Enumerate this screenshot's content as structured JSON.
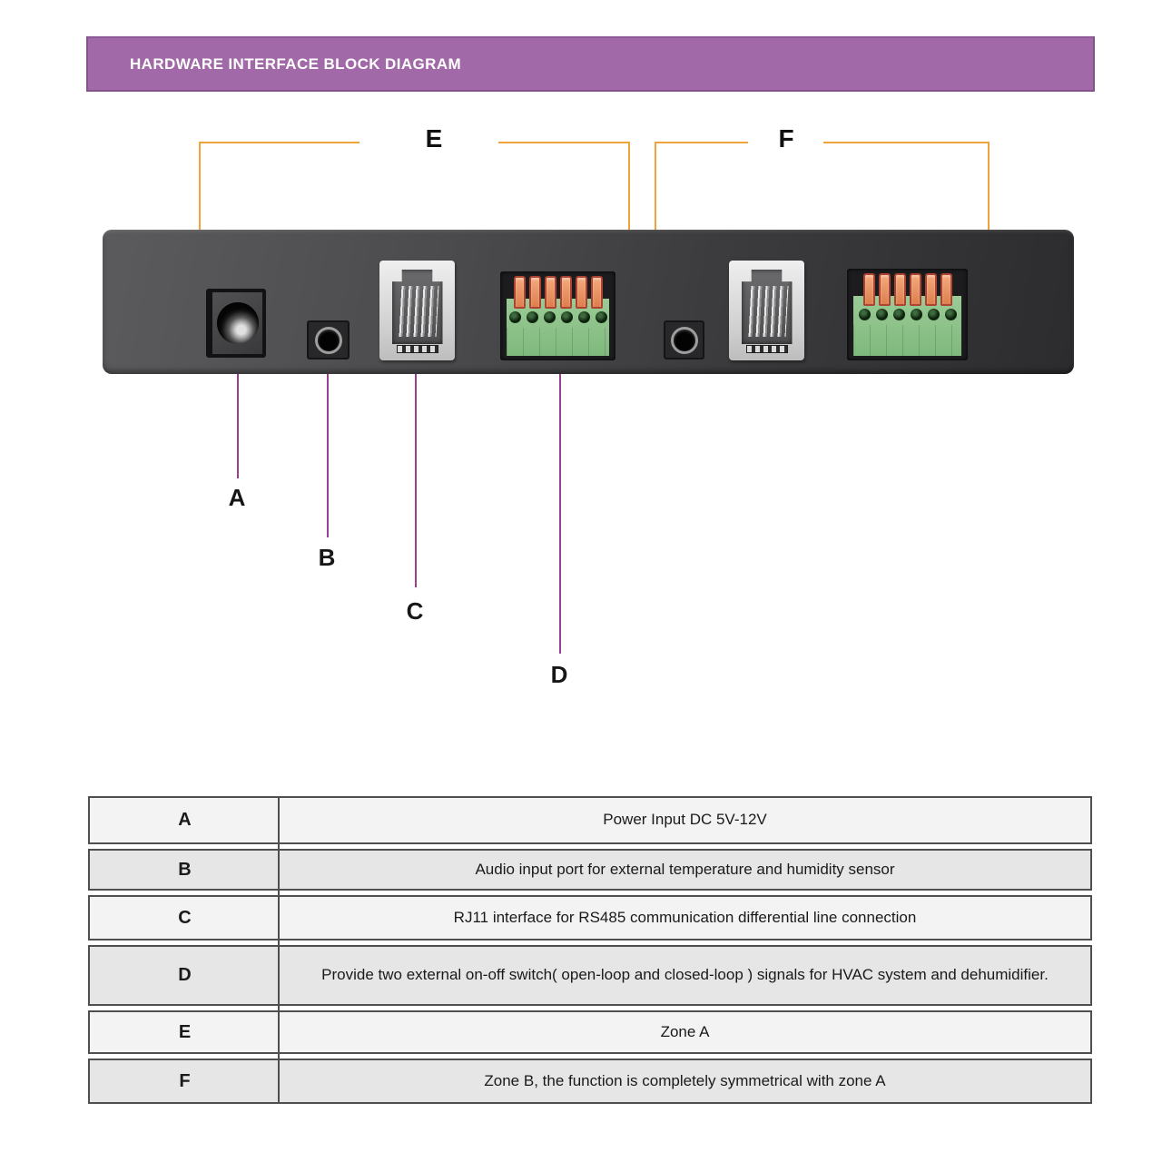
{
  "header": {
    "title": "HARDWARE INTERFACE BLOCK DIAGRAM"
  },
  "colors": {
    "header_background": "#a169a7",
    "header_border": "#83518c",
    "header_text": "#ffffff",
    "bracket_line": "#f0a23b",
    "leader_line": "#9b3f91",
    "panel_dark_gray": "#3c3c3e",
    "terminal_green": "#8cc48a",
    "terminal_lever_orange": "#e08c58",
    "rj11_body": "#e3e3e3",
    "table_row_light": "#f3f3f3",
    "table_row_dark": "#e6e6e6",
    "table_border": "#4f4f4f"
  },
  "diagram": {
    "zone_labels": [
      {
        "label": "E"
      },
      {
        "label": "F"
      }
    ],
    "leaders": [
      {
        "label": "A"
      },
      {
        "label": "B"
      },
      {
        "label": "C"
      },
      {
        "label": "D"
      }
    ],
    "ports": [
      {
        "name": "dc-power-jack"
      },
      {
        "name": "audio-jack"
      },
      {
        "name": "rj11-port"
      },
      {
        "name": "terminal-block"
      },
      {
        "name": "audio-jack"
      },
      {
        "name": "rj11-port"
      },
      {
        "name": "terminal-block"
      }
    ]
  },
  "table": {
    "rows": [
      {
        "key": "A",
        "desc": "Power Input DC 5V-12V"
      },
      {
        "key": "B",
        "desc": "Audio input port for external temperature and humidity sensor"
      },
      {
        "key": "C",
        "desc": "RJ11 interface for RS485 communication differential line connection"
      },
      {
        "key": "D",
        "desc": "Provide two external on-off switch( open-loop and closed-loop ) signals for HVAC system and dehumidifier."
      },
      {
        "key": "E",
        "desc": "Zone A"
      },
      {
        "key": "F",
        "desc": "Zone B, the function is completely symmetrical with zone A"
      }
    ]
  }
}
